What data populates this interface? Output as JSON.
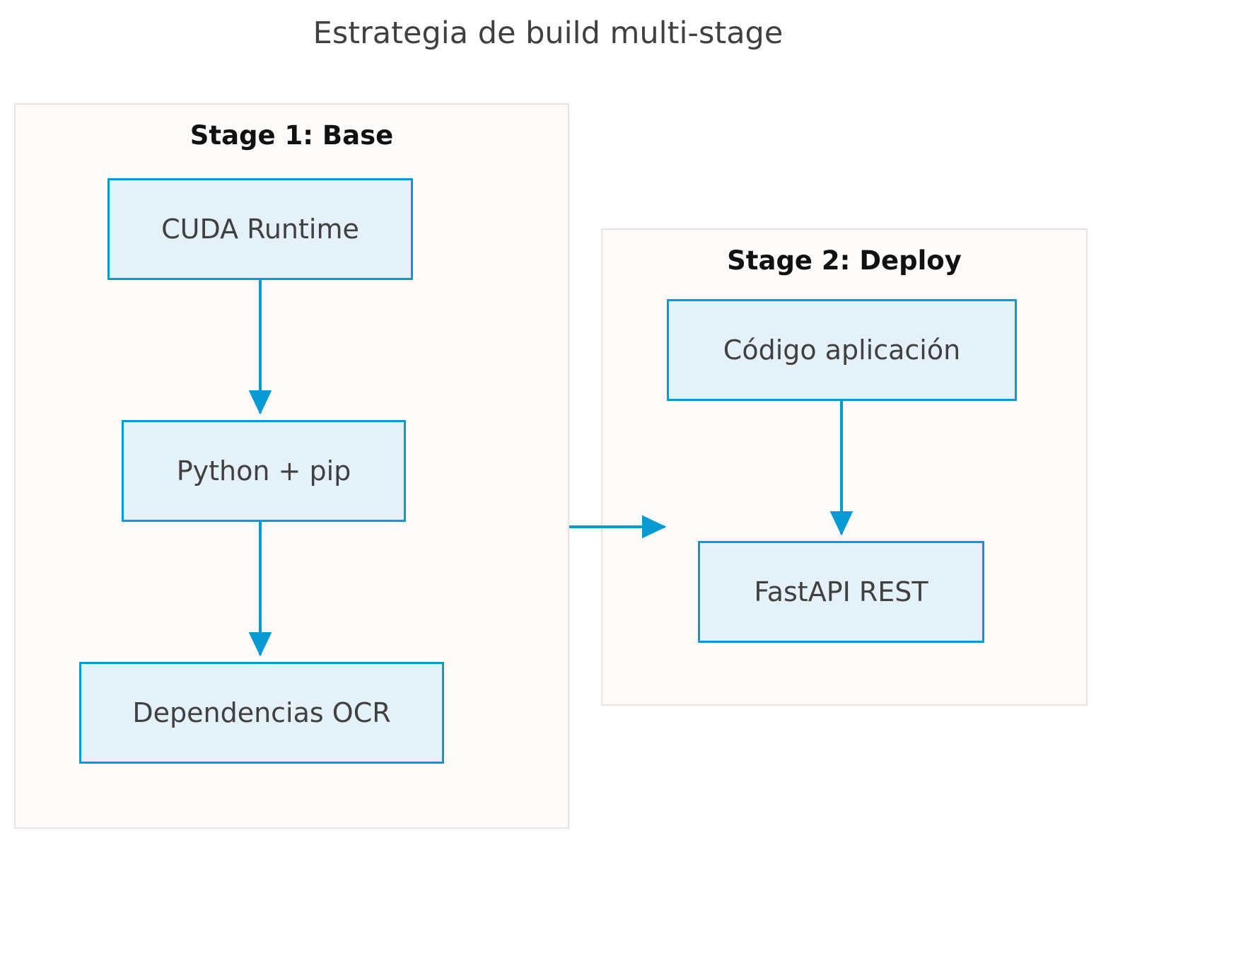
{
  "title": "Estrategia de build multi-stage",
  "theme": {
    "background": "#ffffff",
    "title_color": "#404040",
    "cluster_fill": "#fdfbf9",
    "cluster_border": "#ece2e2",
    "node_fill": "#e4f1f8",
    "node_border": "#089ad3",
    "node_text": "#404040",
    "edge_color": "#089ad3",
    "stage_label_color": "#111111"
  },
  "stages": [
    {
      "id": "stage-1",
      "label": "Stage 1: Base",
      "nodes": [
        {
          "id": "node-cuda",
          "label": "CUDA Runtime"
        },
        {
          "id": "node-python",
          "label": "Python + pip"
        },
        {
          "id": "node-deps",
          "label": "Dependencias OCR"
        }
      ]
    },
    {
      "id": "stage-2",
      "label": "Stage 2: Deploy",
      "nodes": [
        {
          "id": "node-codigo",
          "label": "Código aplicación"
        },
        {
          "id": "node-fastapi",
          "label": "FastAPI REST"
        }
      ]
    }
  ],
  "edges": [
    {
      "from": "node-cuda",
      "to": "node-python",
      "direction": "down"
    },
    {
      "from": "node-python",
      "to": "node-deps",
      "direction": "down"
    },
    {
      "from": "node-python",
      "to": "stage-2",
      "direction": "right"
    },
    {
      "from": "node-codigo",
      "to": "node-fastapi",
      "direction": "down"
    }
  ]
}
